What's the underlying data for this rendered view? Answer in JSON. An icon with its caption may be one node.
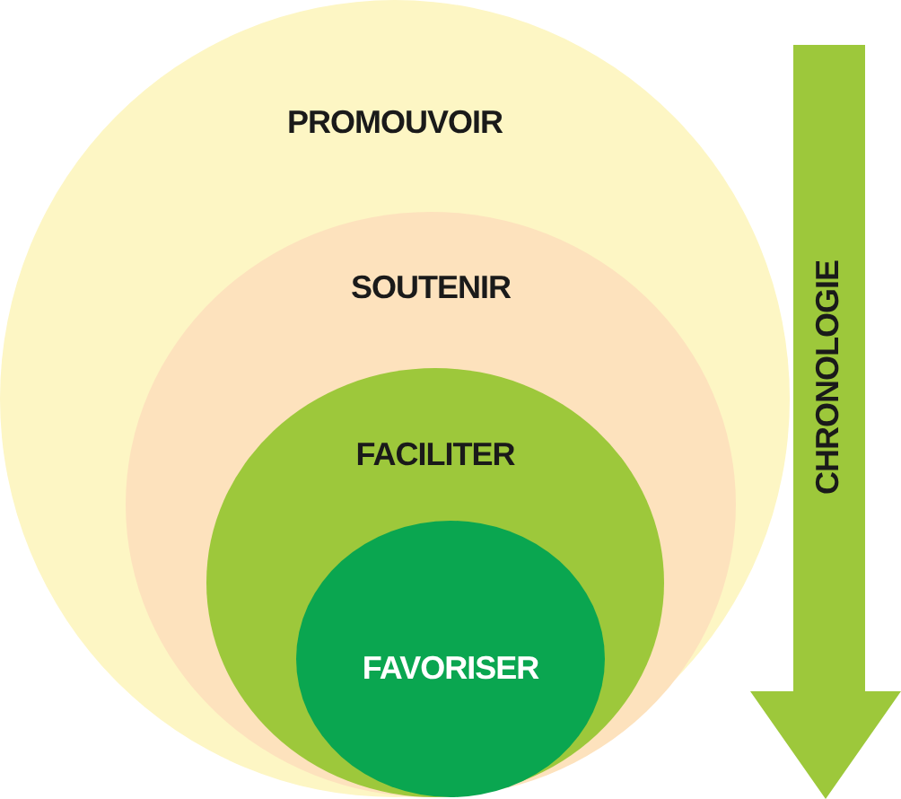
{
  "diagram": {
    "nodes": [
      {
        "text": [
          "PROMOUVOIR"
        ]
      },
      {
        "text": [
          "SOUTENIR"
        ],
        "in": 0
      },
      {
        "text": [
          "FACILITER"
        ],
        "in": 1
      },
      {
        "text": [
          "FAVORISER"
        ],
        "in": 2
      },
      {
        "text": [
          "CHRONOLOGIE"
        ]
      }
    ]
  }
}
